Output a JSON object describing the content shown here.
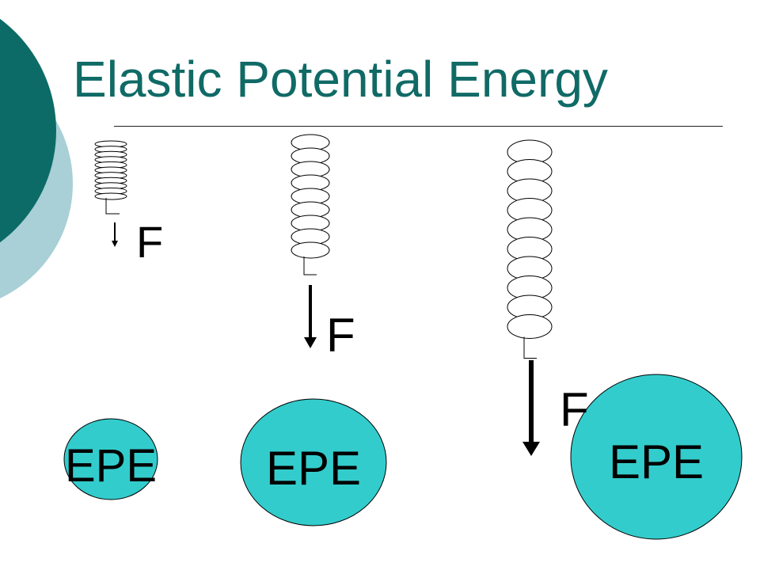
{
  "slide": {
    "title": "Elastic Potential Energy",
    "colors": {
      "title": "#106a66",
      "accent_dark": "#0c6b66",
      "accent_light": "#a8d0d6",
      "energy_fill": "#33cccc",
      "ink": "#000000"
    }
  },
  "springs": [
    {
      "name": "spring-short",
      "force_label": "F",
      "energy_label": "EPE",
      "coil_count": 11,
      "stretch": "small"
    },
    {
      "name": "spring-medium",
      "force_label": "F",
      "energy_label": "EPE",
      "coil_count": 9,
      "stretch": "medium"
    },
    {
      "name": "spring-long",
      "force_label": "F",
      "energy_label": "EPE",
      "coil_count": 10,
      "stretch": "large"
    }
  ]
}
